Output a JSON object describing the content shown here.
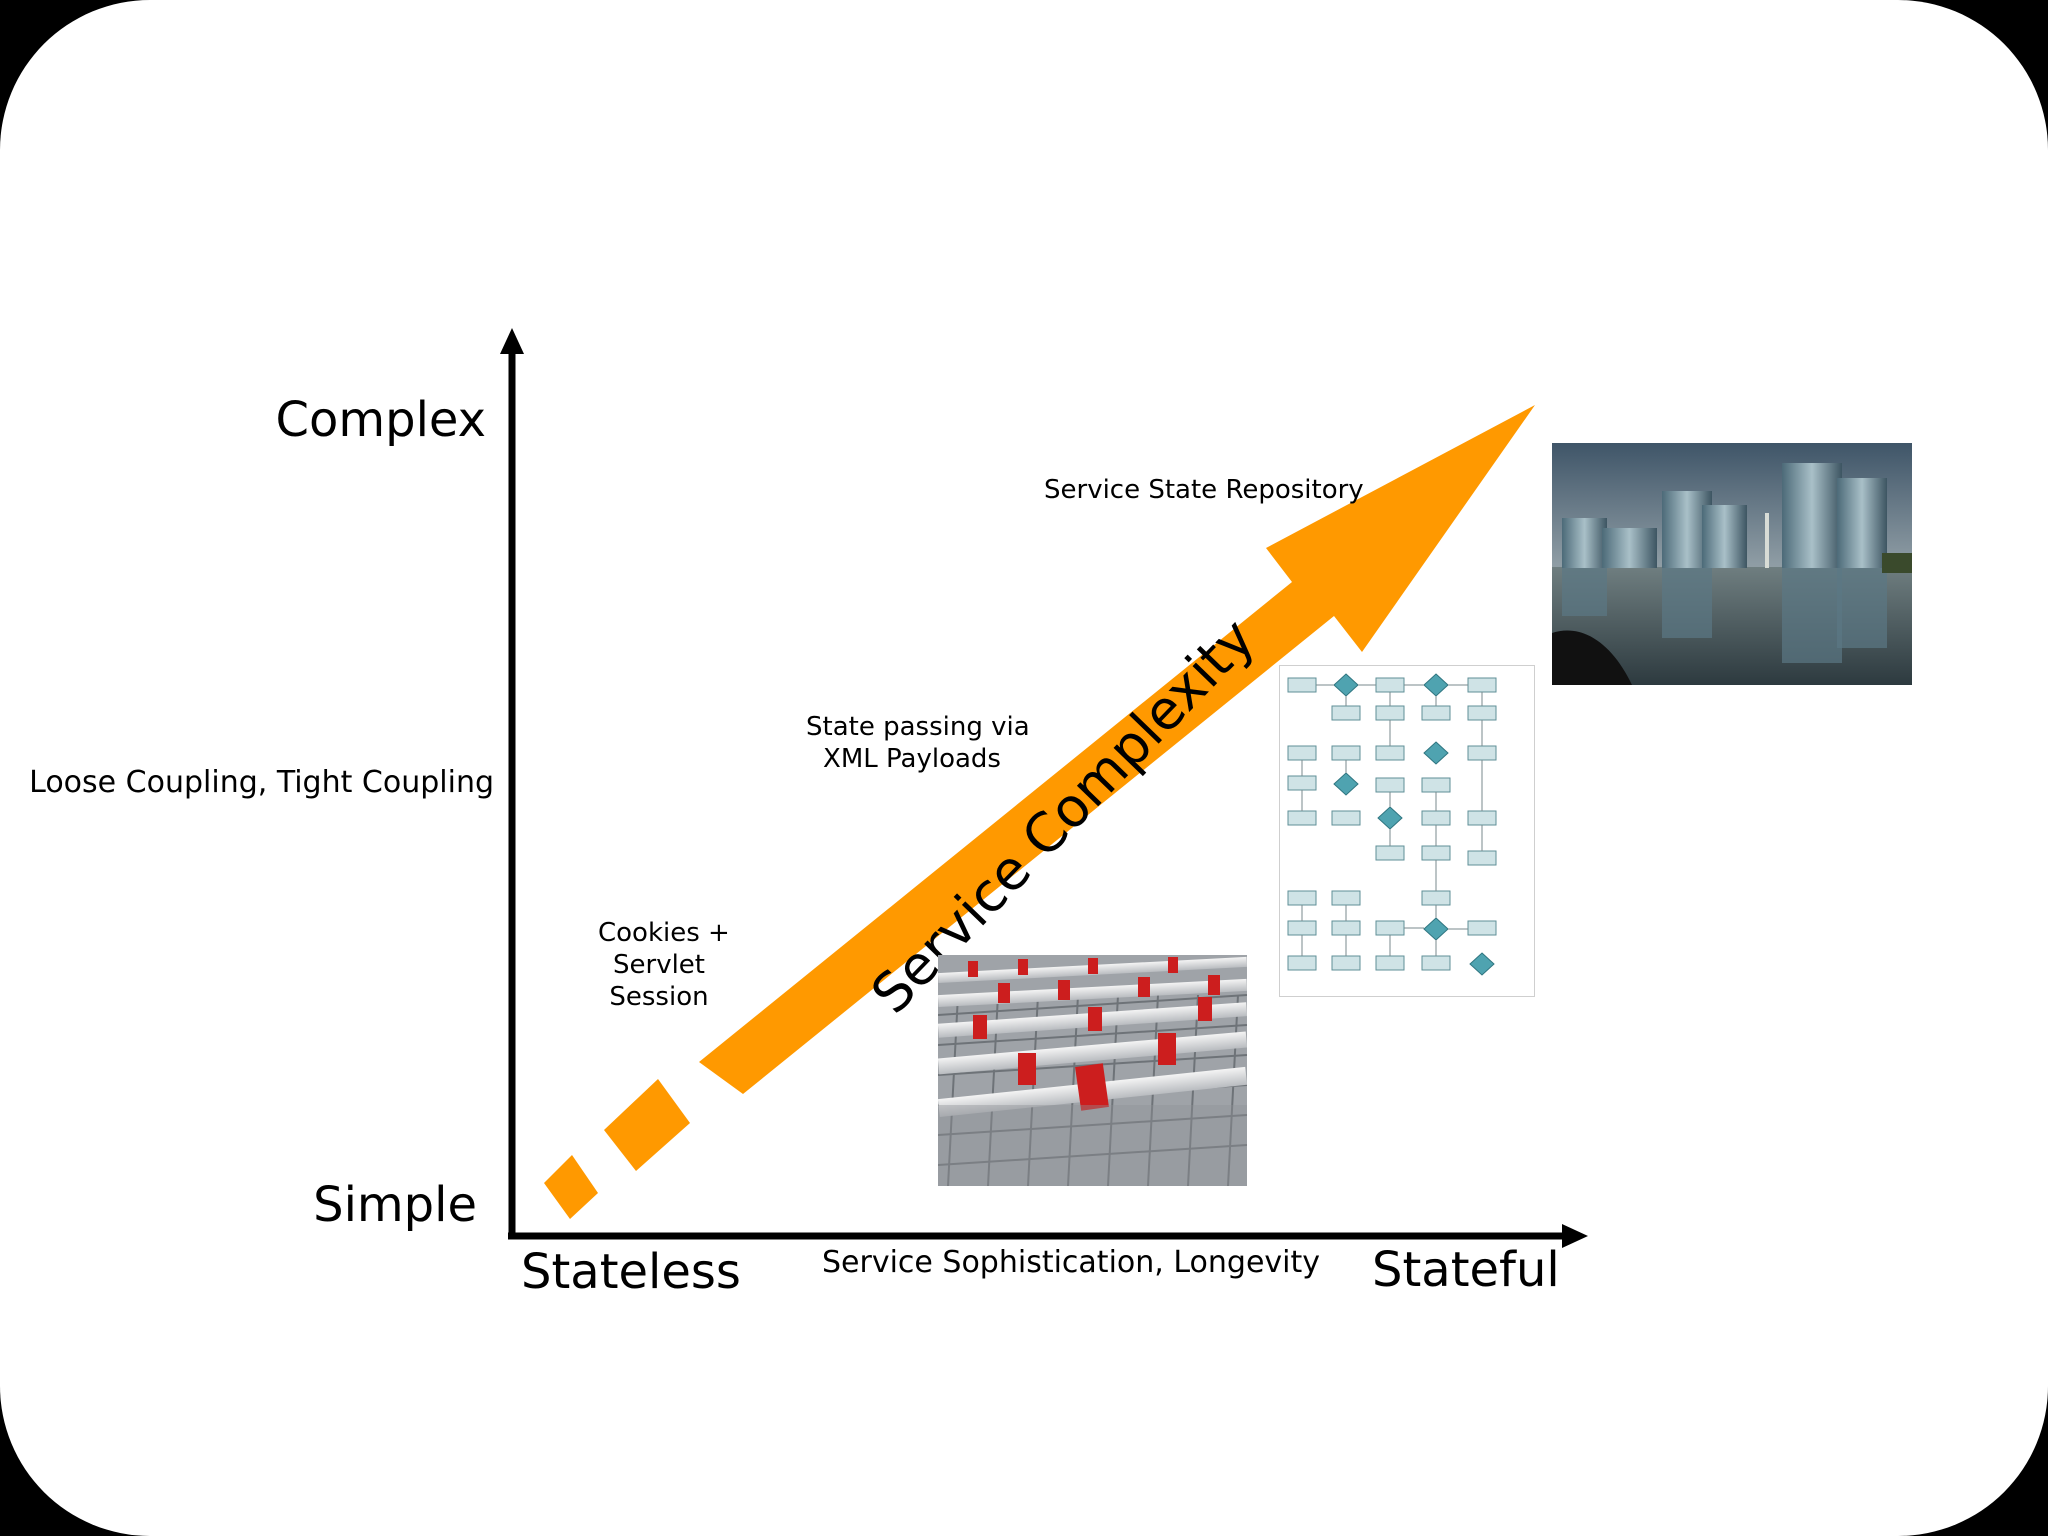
{
  "diagram": {
    "y_axis": {
      "top_level": "Complex",
      "bottom_level": "Simple",
      "title": "Loose Coupling, Tight Coupling"
    },
    "x_axis": {
      "left_level": "Stateless",
      "right_level": "Stateful",
      "title": "Service Sophistication, Longevity"
    },
    "arrow": {
      "label": "Service Complexity",
      "color": "#FF9900"
    },
    "annotations": {
      "cookies": [
        "Cookies +",
        "Servlet",
        "Session"
      ],
      "xml": [
        "State passing via",
        "XML Payloads"
      ],
      "repository": "Service State Repository"
    },
    "images": {
      "shopping_carts": "shopping-carts-photo",
      "flowchart": "flowchart-image",
      "office_campus": "office-campus-photo"
    }
  }
}
